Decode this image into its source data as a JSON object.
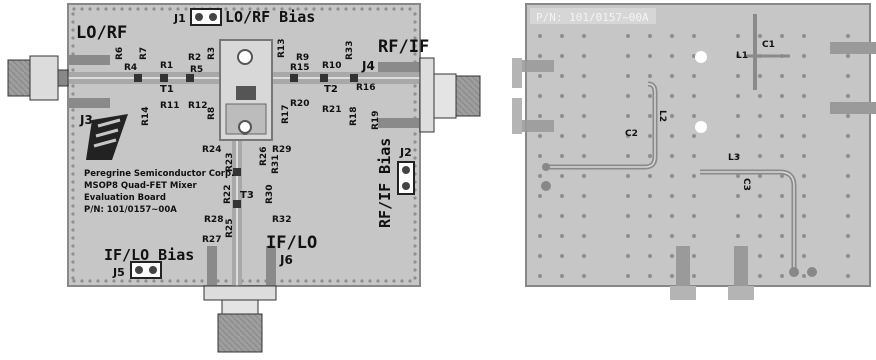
{
  "front_board": {
    "connectors": {
      "lo_rf": "LO/RF",
      "rf_if": "RF/IF",
      "if_lo": "IF/LO",
      "j3": "J3",
      "j4": "J4",
      "j6": "J6"
    },
    "bias": {
      "lo_rf_bias": "LO/RF Bias",
      "rf_if_bias": "RF/IF Bias",
      "if_lo_bias": "IF/LO Bias",
      "j1": "J1",
      "j2": "J2",
      "j5": "J5"
    },
    "components": {
      "R6": "R6",
      "R7": "R7",
      "R4": "R4",
      "R1": "R1",
      "R2": "R2",
      "R3": "R3",
      "R5": "R5",
      "T1": "T1",
      "R11": "R11",
      "R12": "R12",
      "R14": "R14",
      "R8": "R8",
      "R13": "R13",
      "R9": "R9",
      "R15": "R15",
      "R10": "R10",
      "R33": "R33",
      "T2": "T2",
      "R16": "R16",
      "R20": "R20",
      "R21": "R21",
      "R17": "R17",
      "R18": "R18",
      "R19": "R19",
      "R24": "R24",
      "R23": "R23",
      "R26": "R26",
      "R29": "R29",
      "R31": "R31",
      "R22": "R22",
      "T3": "T3",
      "R30": "R30",
      "R28": "R28",
      "R32": "R32",
      "R25": "R25",
      "R27": "R27"
    },
    "silkscreen": [
      "Peregrine Semiconductor Corp.",
      "MSOP8 Quad-FET Mixer",
      "Evaluation Board",
      "P/N: 101/0157~00A"
    ]
  },
  "back_board": {
    "part_number": "P/N: 101/0157~00A",
    "components": {
      "L1": "L1",
      "C1": "C1",
      "L2": "L2",
      "C2": "C2",
      "L3": "L3",
      "C3": "C3"
    }
  }
}
